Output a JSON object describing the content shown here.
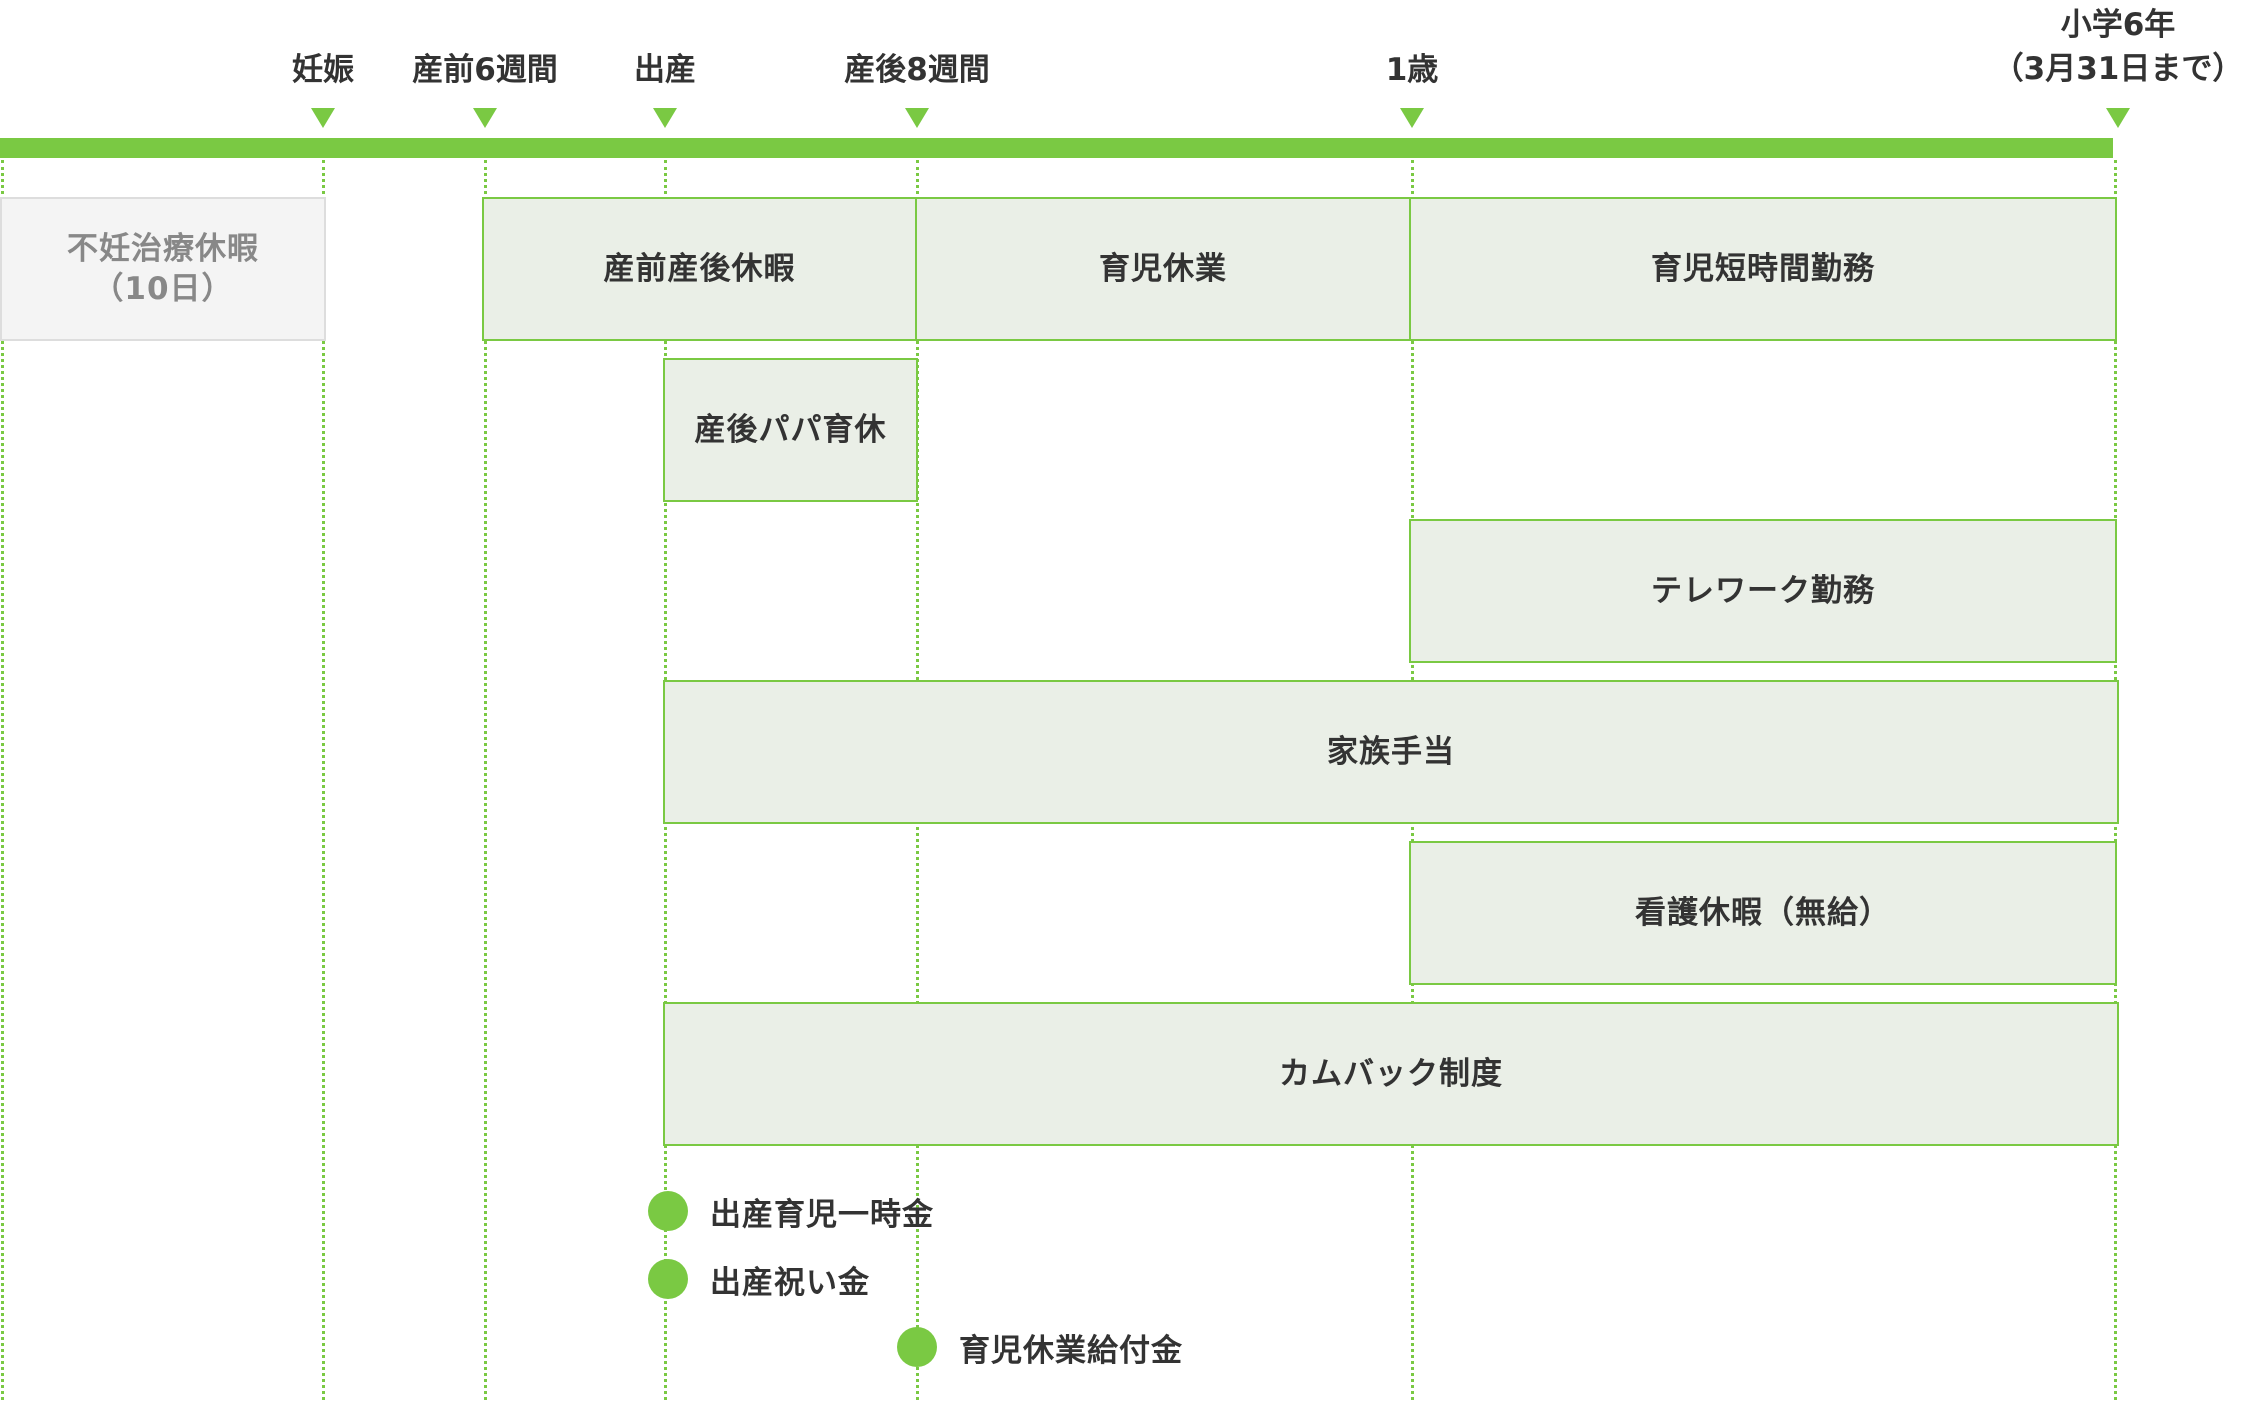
{
  "colors": {
    "accent": "#7ac943",
    "bar_fill": "#eaefe7",
    "gray_fill": "#f4f4f4",
    "gray_border": "#dddddd",
    "text": "#333333",
    "muted_text": "#888888"
  },
  "milestones": [
    {
      "id": "pregnancy",
      "label": "妊娠"
    },
    {
      "id": "prenatal-6w",
      "label": "産前6週間"
    },
    {
      "id": "birth",
      "label": "出産"
    },
    {
      "id": "postnatal-8w",
      "label": "産後8週間"
    },
    {
      "id": "age-1",
      "label": "1歳"
    },
    {
      "id": "grade-6",
      "label_line1": "小学6年",
      "label_line2": "（3月31日まで）"
    }
  ],
  "programs": [
    {
      "id": "fertility-leave",
      "label_line1": "不妊治療休暇",
      "label_line2": "（10日）"
    },
    {
      "id": "maternity-leave",
      "label": "産前産後休暇"
    },
    {
      "id": "childcare-leave",
      "label": "育児休業"
    },
    {
      "id": "short-hours",
      "label": "育児短時間勤務"
    },
    {
      "id": "papa-leave",
      "label": "産後パパ育休"
    },
    {
      "id": "telework",
      "label": "テレワーク勤務"
    },
    {
      "id": "family-allowance",
      "label": "家族手当"
    },
    {
      "id": "nursing-leave",
      "label": "看護休暇（無給）"
    },
    {
      "id": "comeback",
      "label": "カムバック制度"
    }
  ],
  "benefits": [
    {
      "id": "childbirth-lump-sum",
      "label": "出産育児一時金"
    },
    {
      "id": "birth-gift",
      "label": "出産祝い金"
    },
    {
      "id": "childcare-benefit",
      "label": "育児休業給付金"
    }
  ]
}
